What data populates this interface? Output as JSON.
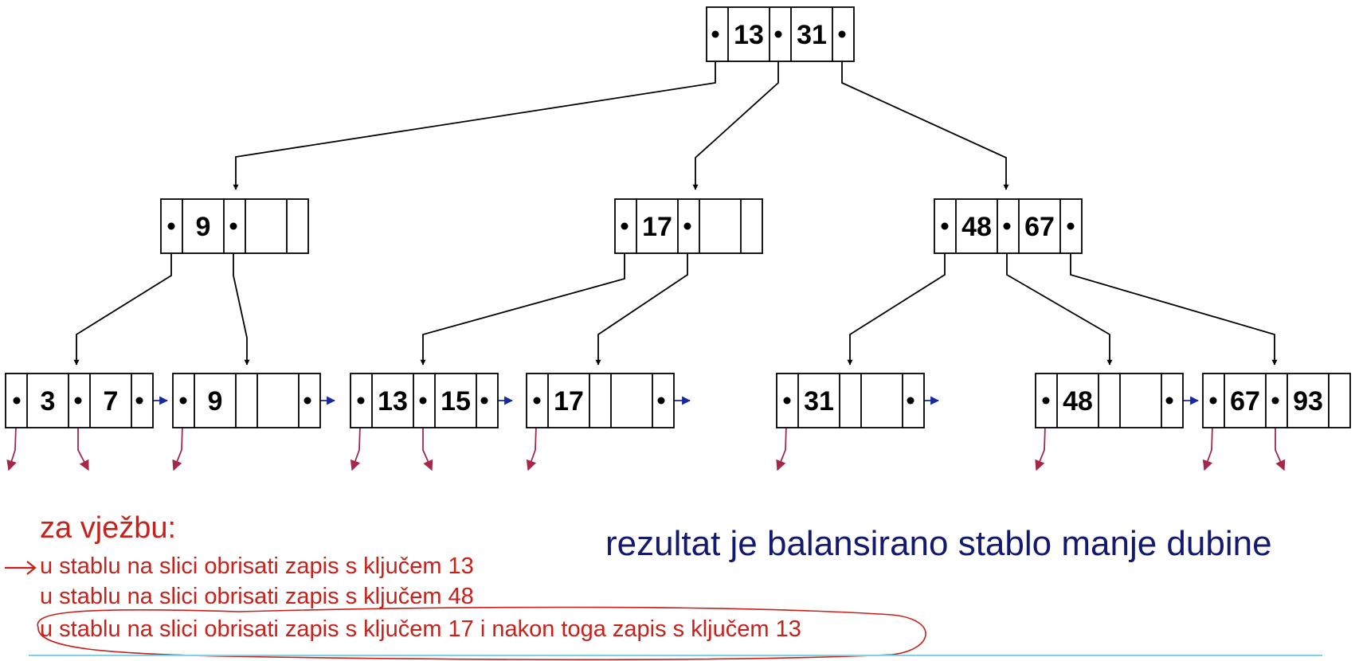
{
  "tree": {
    "root": {
      "keys": [
        "13",
        "31"
      ]
    },
    "inner": [
      {
        "keys": [
          "9",
          ""
        ]
      },
      {
        "keys": [
          "17",
          ""
        ]
      },
      {
        "keys": [
          "48",
          "67"
        ]
      }
    ],
    "leaves": [
      {
        "keys": [
          "3",
          "7"
        ]
      },
      {
        "keys": [
          "9",
          ""
        ]
      },
      {
        "keys": [
          "13",
          "15"
        ]
      },
      {
        "keys": [
          "17",
          ""
        ]
      },
      {
        "keys": [
          "31",
          ""
        ]
      },
      {
        "keys": [
          "48",
          ""
        ]
      },
      {
        "keys": [
          "67",
          "93"
        ]
      }
    ]
  },
  "exercise": {
    "title": "za vježbu:",
    "tasks": [
      "u stablu na slici obrisati zapis s ključem 13",
      "u stablu na slici obrisati zapis s ključem 48",
      "u stablu na slici obrisati zapis s ključem 17 i nakon toga zapis s ključem 13"
    ]
  },
  "result_text": "rezultat je balansirano stablo manje dubine",
  "colors": {
    "tree_lines": "#000000",
    "sibling_pointer": "#1a2a9c",
    "record_pointer": "#a3284a",
    "exercise_text": "#c8201a",
    "result_text": "#13196e",
    "circle": "#c8201a",
    "rule": "#7fd3e8"
  }
}
